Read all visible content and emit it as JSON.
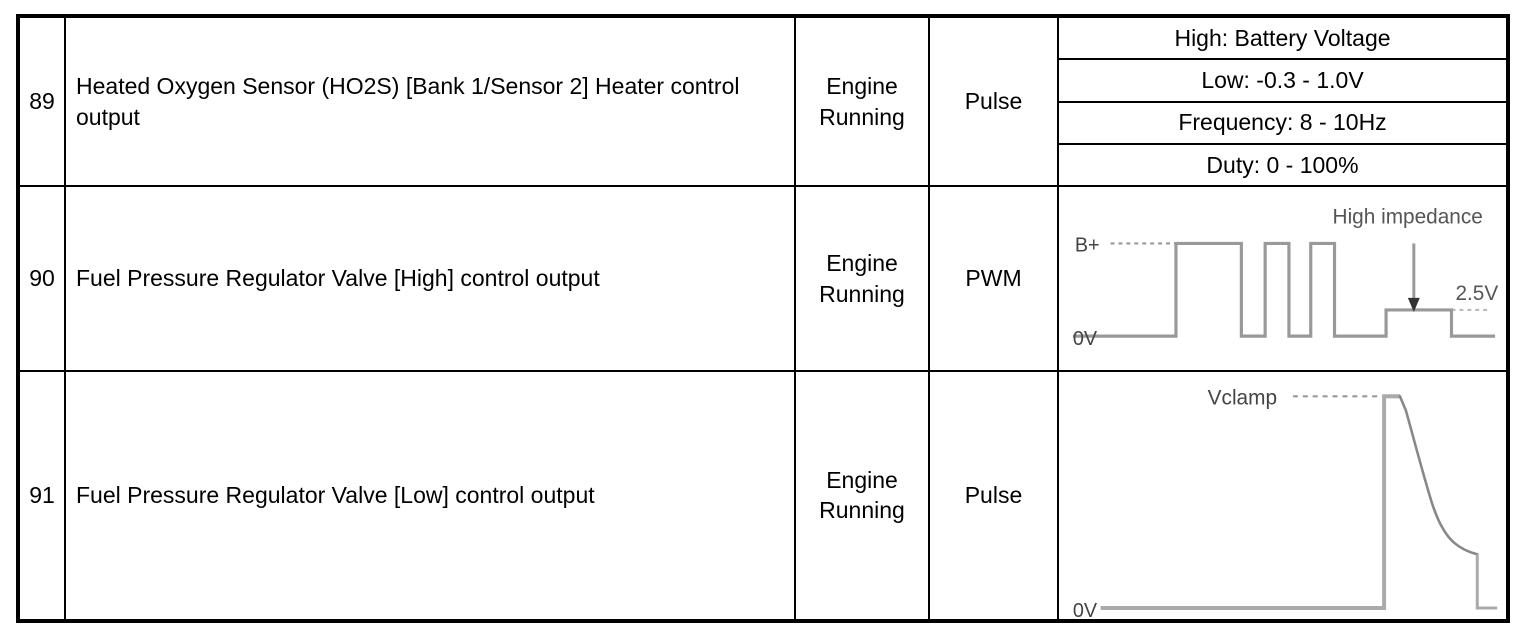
{
  "table": {
    "rows": [
      {
        "number": "89",
        "description": "Heated Oxygen Sensor (HO2S) [Bank 1/Sensor 2] Heater control output",
        "condition": "Engine\nRunning",
        "signal_type": "Pulse",
        "spec_lines": [
          "High: Battery Voltage",
          "Low: -0.3 - 1.0V",
          "Frequency: 8 - 10Hz",
          "Duty: 0 - 100%"
        ]
      },
      {
        "number": "90",
        "description": "Fuel Pressure Regulator Valve [High] control output",
        "condition": "Engine\nRunning",
        "signal_type": "PWM",
        "waveform": {
          "type": "pwm-pulse-train",
          "labels": {
            "high_level": "B+",
            "low_level": "0V",
            "annotation": "High impedance",
            "clamp_level": "2.5V"
          }
        }
      },
      {
        "number": "91",
        "description": "Fuel Pressure Regulator Valve [Low] control output",
        "condition": "Engine\nRunning",
        "signal_type": "Pulse",
        "waveform": {
          "type": "clamp-spike-decay",
          "labels": {
            "peak_level": "Vclamp",
            "low_level": "0V"
          }
        }
      }
    ]
  },
  "colors": {
    "border": "#000000",
    "text": "#000000",
    "waveform_line": "#999999",
    "annotation_text": "#555555",
    "background": "#ffffff"
  }
}
